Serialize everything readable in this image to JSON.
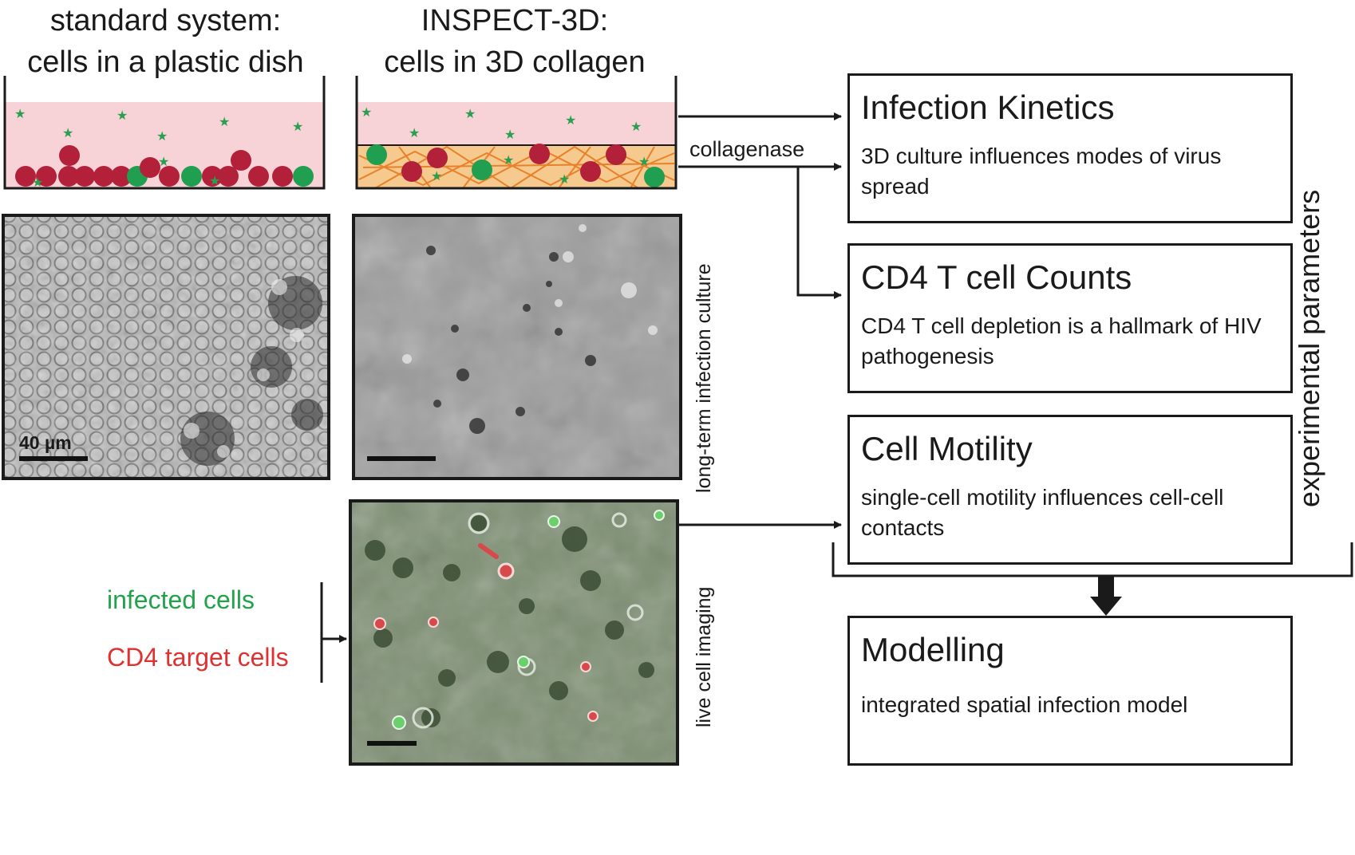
{
  "headings": {
    "standard_line1": "standard system:",
    "standard_line2": "cells in a plastic dish",
    "inspect_line1": "INSPECT-3D:",
    "inspect_line2": "cells in 3D collagen"
  },
  "labels": {
    "collagenase": "collagenase",
    "long_term": "long-term infection culture",
    "live_imaging": "live cell imaging",
    "experimental": "experimental parameters",
    "scale_bar": "40 µm"
  },
  "legend": {
    "infected": "infected cells",
    "cd4_target": "CD4 target cells"
  },
  "boxes": [
    {
      "title": "Infection Kinetics",
      "desc": "3D culture influences modes of virus spread"
    },
    {
      "title": "CD4 T cell Counts",
      "desc": "CD4 T cell depletion is a hallmark of HIV pathogenesis"
    },
    {
      "title": "Cell Motility",
      "desc": "single-cell motility influences cell-cell contacts"
    },
    {
      "title": "Modelling",
      "desc": "integrated spatial infection model"
    }
  ],
  "colors": {
    "medium": "#f7d2d6",
    "collagen": "#f6c98e",
    "fiber": "#e8822a",
    "infected": "#1f9f4f",
    "target": "#b3203a",
    "virus": "#2a9f4f",
    "legend_green": "#22a24a",
    "legend_red": "#e03131"
  }
}
